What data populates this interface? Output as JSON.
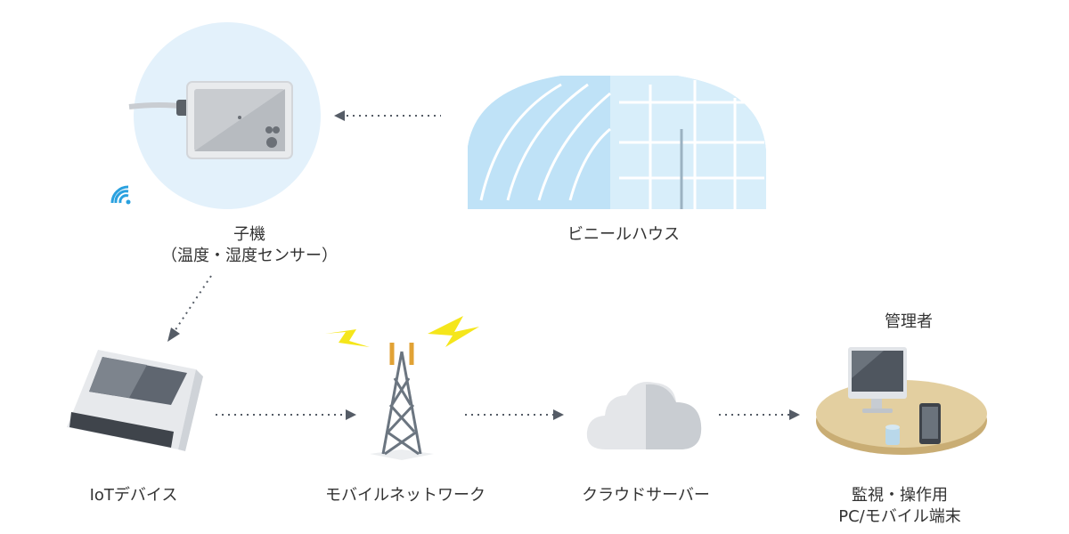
{
  "nodes": {
    "child_unit": {
      "title": "子機",
      "subtitle": "（温度・湿度センサー）"
    },
    "greenhouse": {
      "title": "ビニールハウス"
    },
    "iot_device": {
      "title": "IoTデバイス"
    },
    "mobile_network": {
      "title": "モバイルネットワーク"
    },
    "cloud_server": {
      "title": "クラウドサーバー"
    },
    "admin": {
      "header": "管理者",
      "line1": "監視・操作用",
      "line2": "PC/モバイル端末"
    }
  },
  "colors": {
    "sensor_circle": "#e3f1fb",
    "accent_blue": "#2aa1df",
    "greenhouse": "#bfe2f7",
    "lightning": "#f5e61b",
    "arrow": "#555c66",
    "table": "#e3cfa0"
  }
}
